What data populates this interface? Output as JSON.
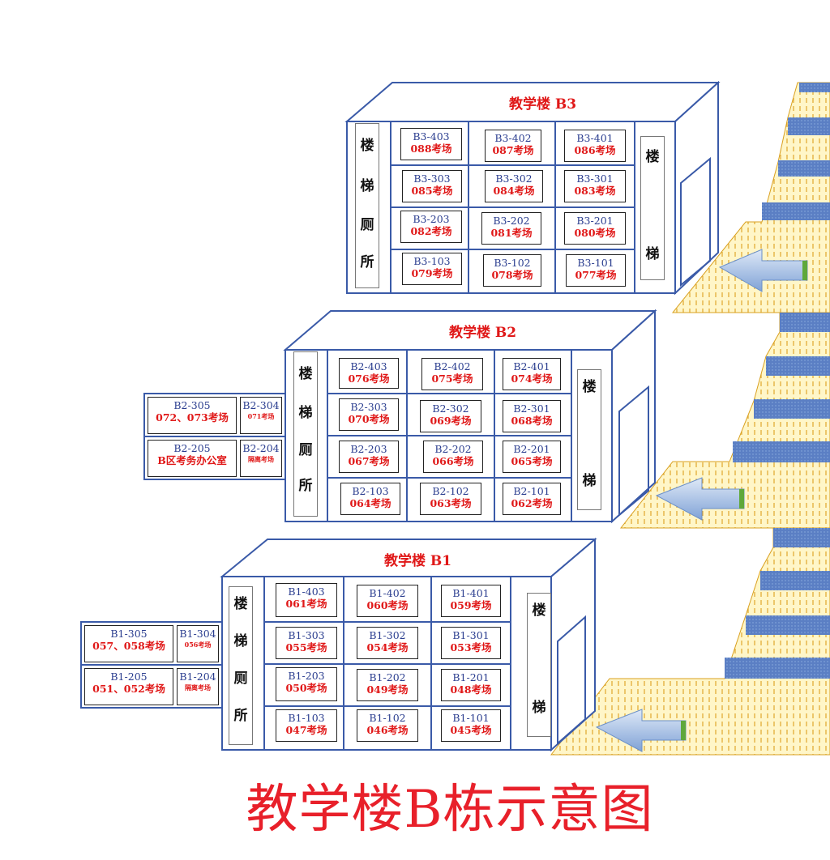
{
  "title": "教学楼B栋示意图",
  "buildings": [
    {
      "name": "教学楼 B3",
      "stair_toilet": [
        "楼",
        "梯",
        "厕",
        "所"
      ],
      "stairs": [
        "楼",
        "梯"
      ],
      "rooms": [
        [
          {
            "code": "B3-403",
            "name": "088考场"
          },
          {
            "code": "B3-402",
            "name": "087考场"
          },
          {
            "code": "B3-401",
            "name": "086考场"
          }
        ],
        [
          {
            "code": "B3-303",
            "name": "085考场"
          },
          {
            "code": "B3-302",
            "name": "084考场"
          },
          {
            "code": "B3-301",
            "name": "083考场"
          }
        ],
        [
          {
            "code": "B3-203",
            "name": "082考场"
          },
          {
            "code": "B3-202",
            "name": "081考场"
          },
          {
            "code": "B3-201",
            "name": "080考场"
          }
        ],
        [
          {
            "code": "B3-103",
            "name": "079考场"
          },
          {
            "code": "B3-102",
            "name": "078考场"
          },
          {
            "code": "B3-101",
            "name": "077考场"
          }
        ]
      ]
    },
    {
      "name": "教学楼 B2",
      "stair_toilet": [
        "楼",
        "梯",
        "厕",
        "所"
      ],
      "stairs": [
        "楼",
        "梯"
      ],
      "rooms": [
        [
          {
            "code": "B2-403",
            "name": "076考场"
          },
          {
            "code": "B2-402",
            "name": "075考场"
          },
          {
            "code": "B2-401",
            "name": "074考场"
          }
        ],
        [
          {
            "code": "B2-303",
            "name": "070考场"
          },
          {
            "code": "B2-302",
            "name": "069考场"
          },
          {
            "code": "B2-301",
            "name": "068考场"
          }
        ],
        [
          {
            "code": "B2-203",
            "name": "067考场"
          },
          {
            "code": "B2-202",
            "name": "066考场"
          },
          {
            "code": "B2-201",
            "name": "065考场"
          }
        ],
        [
          {
            "code": "B2-103",
            "name": "064考场"
          },
          {
            "code": "B2-102",
            "name": "063考场"
          },
          {
            "code": "B2-101",
            "name": "062考场"
          }
        ]
      ],
      "annex": [
        {
          "code": "B2-305",
          "name": "072、073考场"
        },
        {
          "code": "B2-304",
          "name": "071考场"
        },
        {
          "code": "B2-205",
          "name": "B区考务办公室"
        },
        {
          "code": "B2-204",
          "name": "隔离考场"
        }
      ]
    },
    {
      "name": "教学楼 B1",
      "stair_toilet": [
        "楼",
        "梯",
        "厕",
        "所"
      ],
      "stairs": [
        "楼",
        "梯"
      ],
      "rooms": [
        [
          {
            "code": "B1-403",
            "name": "061考场"
          },
          {
            "code": "B1-402",
            "name": "060考场"
          },
          {
            "code": "B1-401",
            "name": "059考场"
          }
        ],
        [
          {
            "code": "B1-303",
            "name": "055考场"
          },
          {
            "code": "B1-302",
            "name": "054考场"
          },
          {
            "code": "B1-301",
            "name": "053考场"
          }
        ],
        [
          {
            "code": "B1-203",
            "name": "050考场"
          },
          {
            "code": "B1-202",
            "name": "049考场"
          },
          {
            "code": "B1-201",
            "name": "048考场"
          }
        ],
        [
          {
            "code": "B1-103",
            "name": "047考场"
          },
          {
            "code": "B1-102",
            "name": "046考场"
          },
          {
            "code": "B1-101",
            "name": "045考场"
          }
        ]
      ],
      "annex": [
        {
          "code": "B1-305",
          "name": "057、058考场"
        },
        {
          "code": "B1-304",
          "name": "056考场"
        },
        {
          "code": "B1-205",
          "name": "051、052考场"
        },
        {
          "code": "B1-204",
          "name": "隔离考场"
        }
      ]
    }
  ],
  "colors": {
    "title": "#e8202a",
    "room_code": "#2a3d8f",
    "room_name": "#e01818",
    "outline": "#3a5aa8",
    "path_fill": "#fff6c8",
    "step": "#5b7fc4",
    "arrow": "#a9c4e8"
  }
}
